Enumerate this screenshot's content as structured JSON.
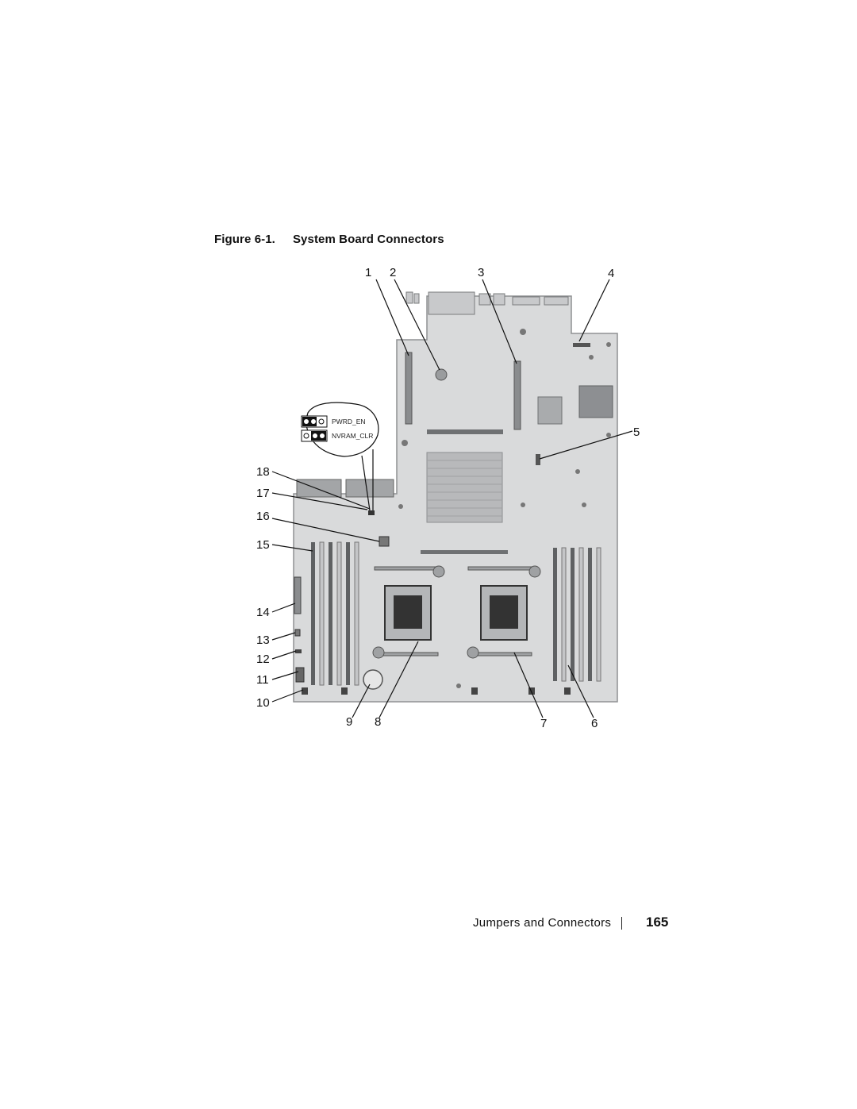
{
  "figure": {
    "number_label": "Figure 6-1.",
    "title": "System Board Connectors",
    "callouts": [
      "1",
      "2",
      "3",
      "4",
      "5",
      "6",
      "7",
      "8",
      "9",
      "10",
      "11",
      "12",
      "13",
      "14",
      "15",
      "16",
      "17",
      "18"
    ],
    "jumper_labels": {
      "top": "PWRD_EN",
      "bottom": "NVRAM_CLR"
    }
  },
  "footer": {
    "section": "Jumpers and Connectors",
    "page_number": "165"
  },
  "colors": {
    "board": "#d9dadb",
    "board_outline": "#8f9193",
    "heatsink": "#b8b9bb",
    "dimm_dark": "#5f6163",
    "dimm_light": "#c4c5c7",
    "line": "#111111"
  }
}
